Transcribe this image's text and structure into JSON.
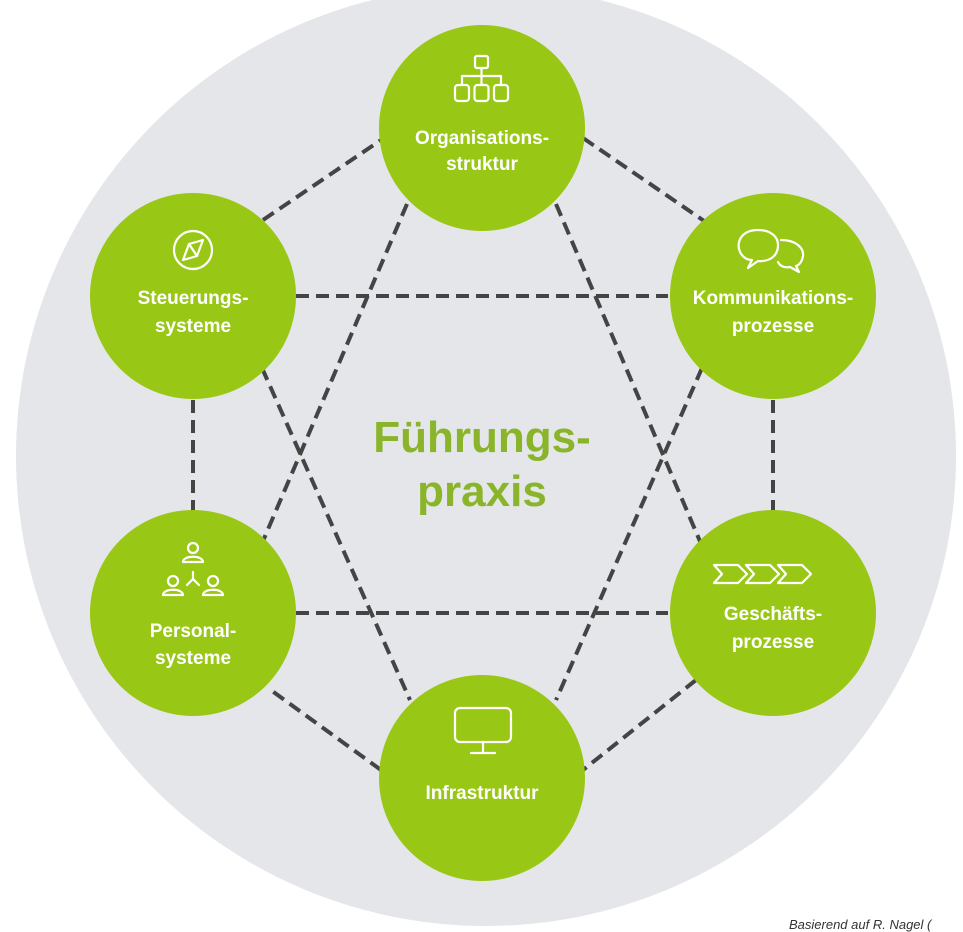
{
  "center": {
    "line1": "Führungs-",
    "line2": "praxis"
  },
  "nodes": {
    "organisationsstruktur": {
      "line1": "Organisations-",
      "line2": "struktur",
      "icon": "org-chart-icon"
    },
    "kommunikationsprozesse": {
      "line1": "Kommunikations-",
      "line2": "prozesse",
      "icon": "speech-bubbles-icon"
    },
    "geschaeftsprozesse": {
      "line1": "Geschäfts-",
      "line2": "prozesse",
      "icon": "process-chevrons-icon"
    },
    "infrastruktur": {
      "line1": "Infrastruktur",
      "icon": "monitor-icon"
    },
    "personalsysteme": {
      "line1": "Personal-",
      "line2": "systeme",
      "icon": "people-network-icon"
    },
    "steuerungssysteme": {
      "line1": "Steuerungs-",
      "line2": "systeme",
      "icon": "compass-icon"
    }
  },
  "footer": {
    "source": "Basierend auf R. Nagel ("
  },
  "colors": {
    "node_green": "#99c715",
    "center_text": "#8ab52a",
    "background_circle": "#e4e6e9",
    "connector": "#444444",
    "arrow": "#6b6e72"
  }
}
